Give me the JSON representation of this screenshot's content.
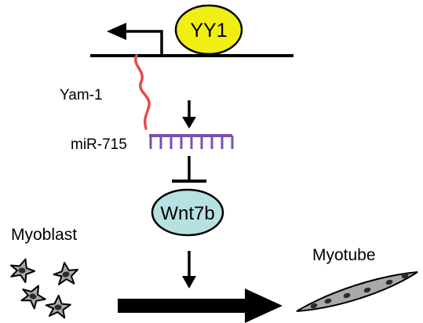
{
  "nodes": {
    "yy1": {
      "label": "YY1",
      "fill": "#f1ee14"
    },
    "wnt7b": {
      "label": "Wnt7b",
      "fill": "#b6e0e2"
    }
  },
  "labels": {
    "yam1": "Yam-1",
    "mir715": "miR-715",
    "myoblast": "Myoblast",
    "myotube": "Myotube"
  },
  "colors": {
    "line": "#000000",
    "yam1_rna": "#e84a4a",
    "mirna": "#7d4fa8",
    "cell_fill": "#a9a9a9",
    "nucleus": "#2b2b2b"
  },
  "relations": [
    {
      "from": "Yam-1",
      "to": "miR-715",
      "type": "activates"
    },
    {
      "from": "miR-715",
      "to": "Wnt7b",
      "type": "inhibits"
    },
    {
      "from": "Wnt7b",
      "to": "Myoblast → Myotube",
      "type": "activates"
    }
  ]
}
